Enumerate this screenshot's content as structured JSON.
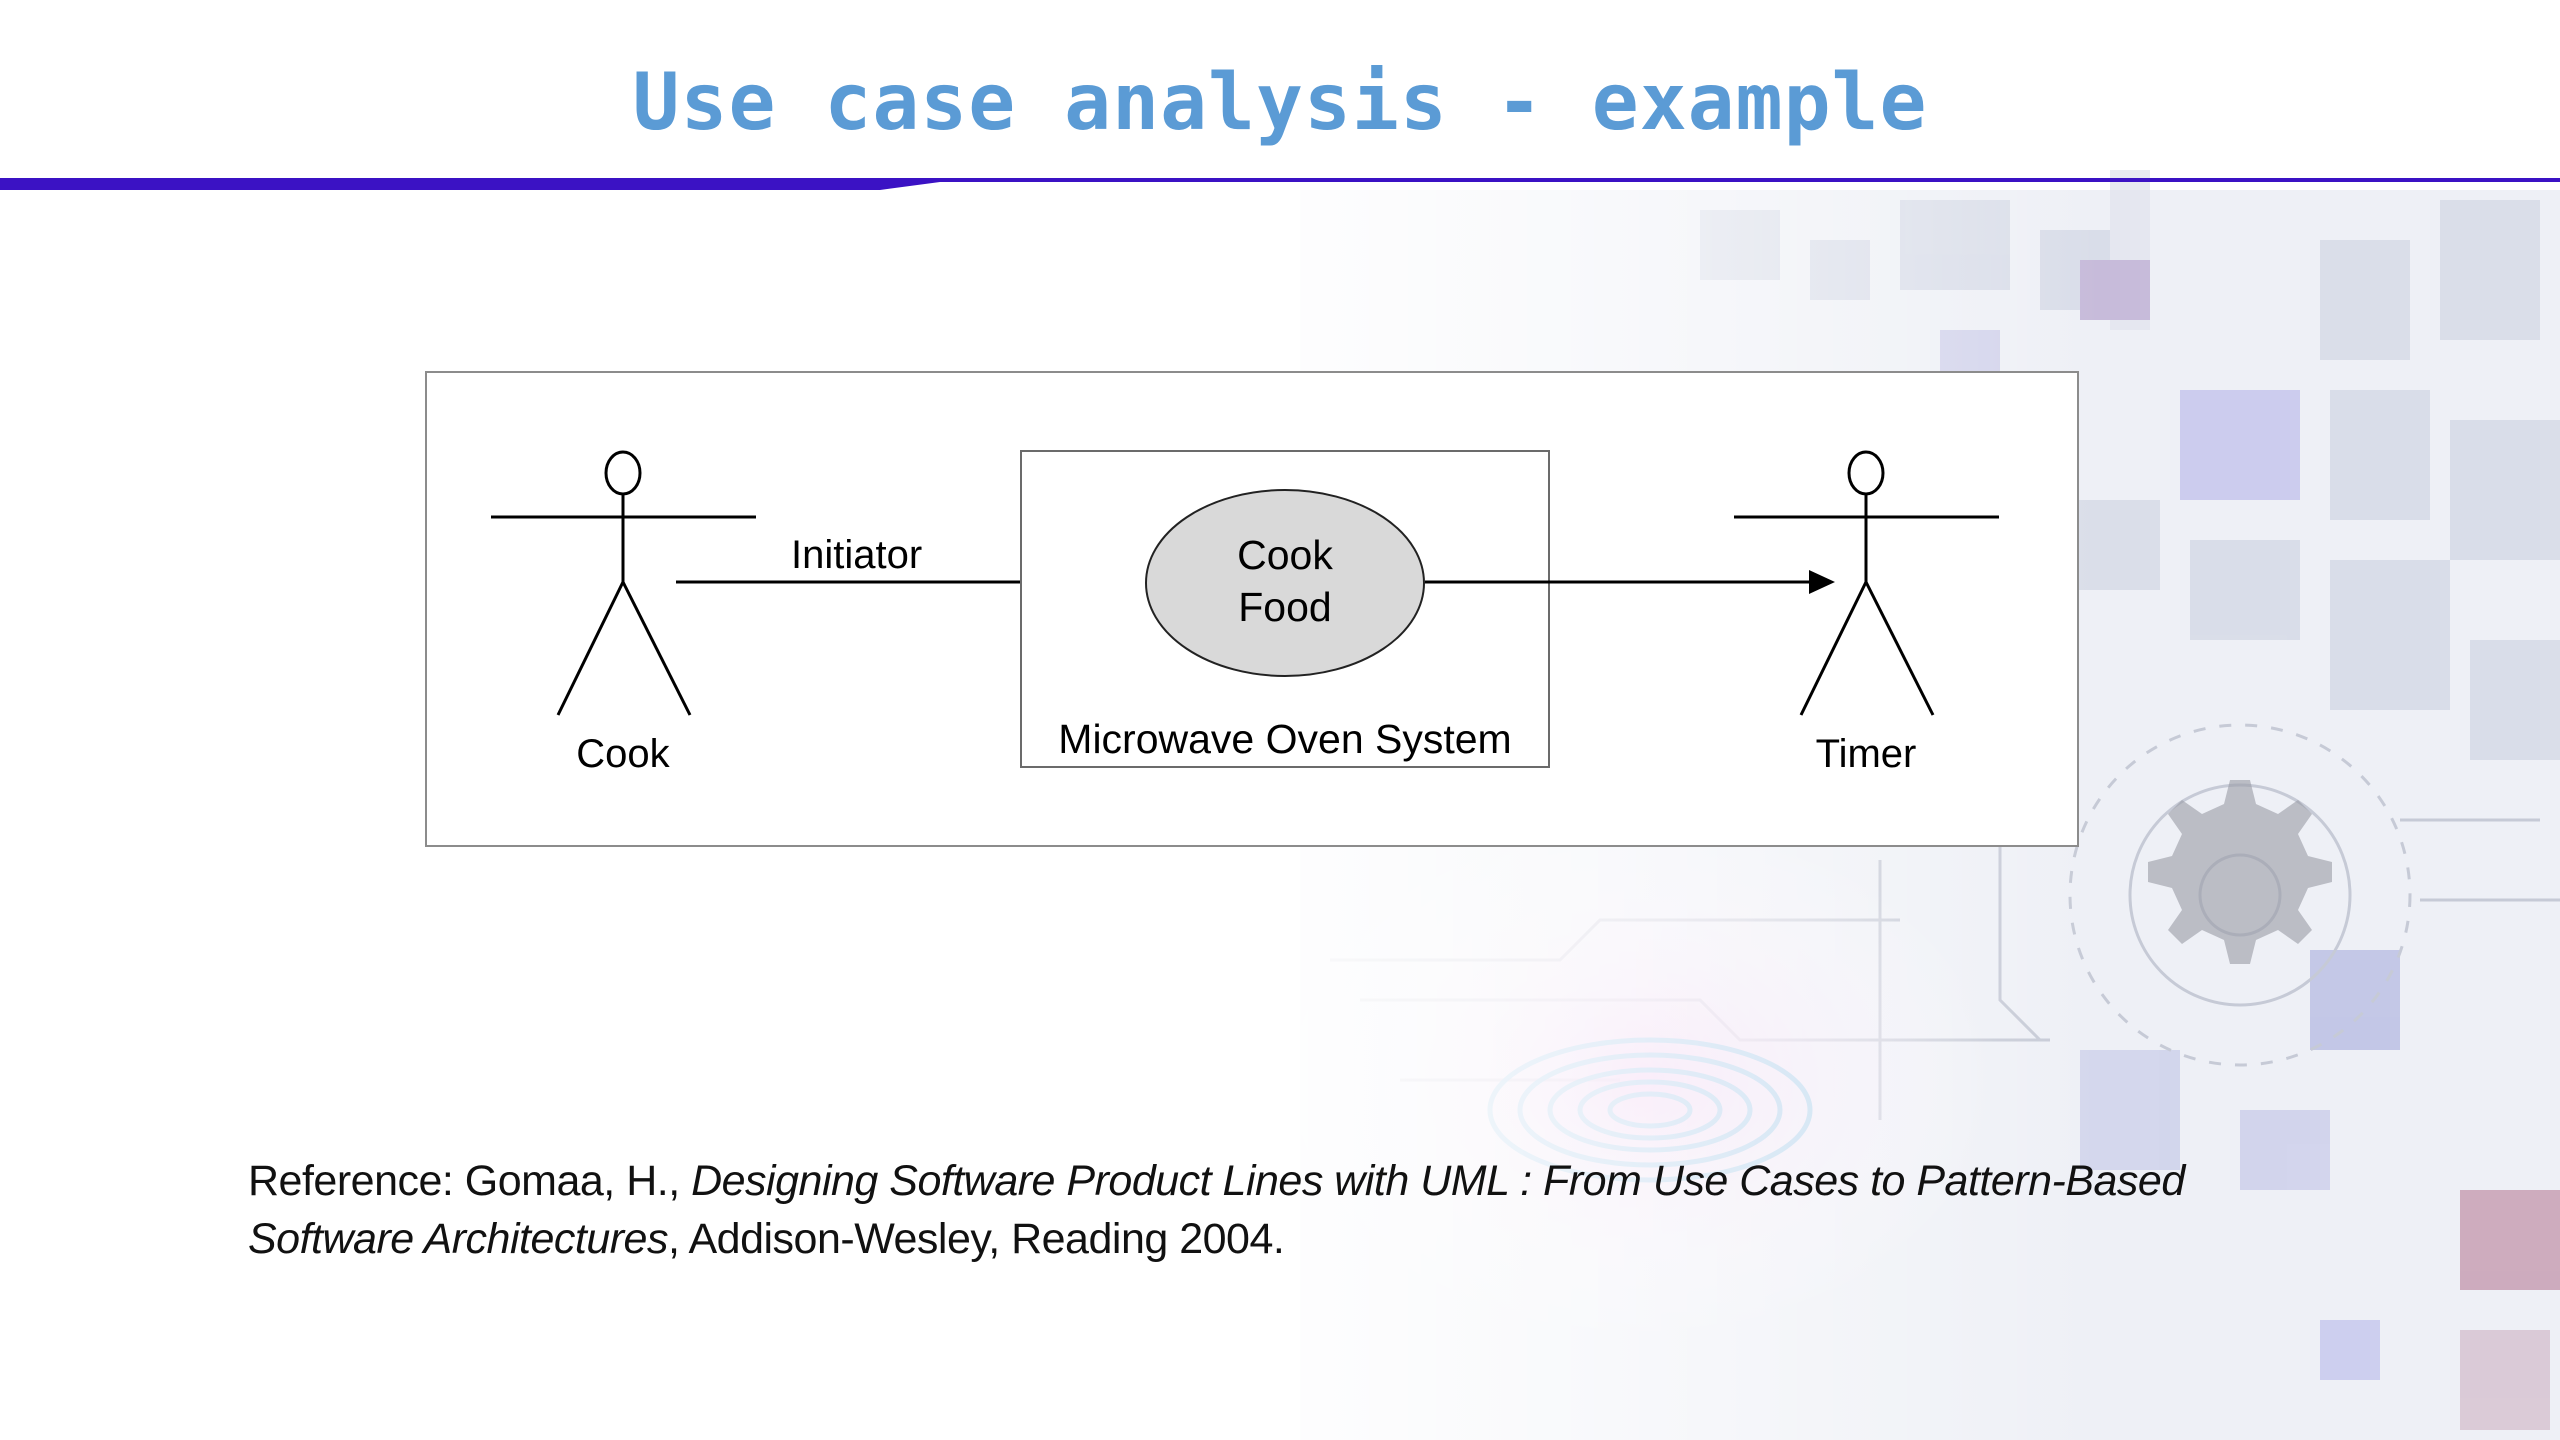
{
  "slide": {
    "title": "Use case analysis - example"
  },
  "diagram": {
    "actors": [
      {
        "name": "Cook"
      },
      {
        "name": "Timer"
      }
    ],
    "system_boundary": "Microwave Oven System",
    "use_case": {
      "line1": "Cook",
      "line2": "Food"
    },
    "association_label": "Initiator"
  },
  "reference": {
    "prefix": "Reference: Gomaa, H.,",
    "title": "Designing Software Product Lines with UML : From Use Cases to Pattern-Based Software Architectures",
    "suffix": ", Addison-Wesley, Reading 2004."
  },
  "colors": {
    "title": "#5b9bd5",
    "rule": "#3b12c4",
    "use_case_fill": "#d9d9d9"
  }
}
